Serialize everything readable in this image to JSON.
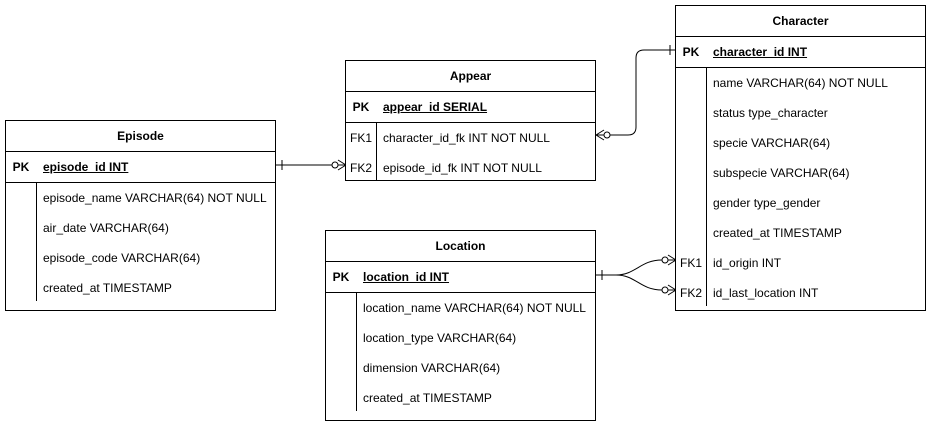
{
  "entities": {
    "episode": {
      "title": "Episode",
      "rows": [
        {
          "key": "PK",
          "field": "episode_id INT"
        },
        {
          "key": "",
          "field": "episode_name VARCHAR(64) NOT NULL"
        },
        {
          "key": "",
          "field": "air_date VARCHAR(64)"
        },
        {
          "key": "",
          "field": "episode_code VARCHAR(64)"
        },
        {
          "key": "",
          "field": "created_at TIMESTAMP"
        }
      ]
    },
    "appear": {
      "title": "Appear",
      "rows": [
        {
          "key": "PK",
          "field": "appear_id SERIAL"
        },
        {
          "key": "FK1",
          "field": "character_id_fk INT NOT NULL"
        },
        {
          "key": "FK2",
          "field": "episode_id_fk INT NOT NULL"
        }
      ]
    },
    "location": {
      "title": "Location",
      "rows": [
        {
          "key": "PK",
          "field": "location_id INT"
        },
        {
          "key": "",
          "field": "location_name VARCHAR(64) NOT NULL"
        },
        {
          "key": "",
          "field": "location_type VARCHAR(64)"
        },
        {
          "key": "",
          "field": "dimension VARCHAR(64)"
        },
        {
          "key": "",
          "field": "created_at TIMESTAMP"
        }
      ]
    },
    "character": {
      "title": "Character",
      "rows": [
        {
          "key": "PK",
          "field": "character_id INT"
        },
        {
          "key": "",
          "field": "name VARCHAR(64) NOT NULL"
        },
        {
          "key": "",
          "field": "status type_character"
        },
        {
          "key": "",
          "field": "specie VARCHAR(64)"
        },
        {
          "key": "",
          "field": "subspecie VARCHAR(64)"
        },
        {
          "key": "",
          "field": "gender type_gender"
        },
        {
          "key": "",
          "field": "created_at TIMESTAMP"
        },
        {
          "key": "FK1",
          "field": "id_origin INT"
        },
        {
          "key": "FK2",
          "field": "id_last_location INT"
        }
      ]
    }
  },
  "relationships": [
    {
      "from": "Character.character_id",
      "from_cardinality": "one",
      "to": "Appear.character_id_fk",
      "to_cardinality": "zero-or-many"
    },
    {
      "from": "Episode.episode_id",
      "from_cardinality": "one",
      "to": "Appear.episode_id_fk",
      "to_cardinality": "zero-or-many"
    },
    {
      "from": "Location.location_id",
      "from_cardinality": "one",
      "to": "Character.id_origin",
      "to_cardinality": "zero-or-many"
    },
    {
      "from": "Location.location_id",
      "from_cardinality": "one",
      "to": "Character.id_last_location",
      "to_cardinality": "zero-or-many"
    }
  ],
  "colors": {
    "line": "#000000",
    "background": "#ffffff"
  }
}
